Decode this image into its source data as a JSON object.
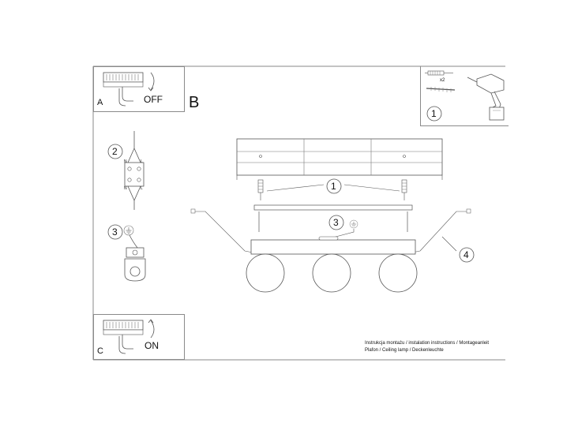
{
  "panels": {
    "a": {
      "letter": "A",
      "state": "OFF"
    },
    "b": {
      "letter": "B"
    },
    "c": {
      "letter": "C",
      "state": "ON"
    }
  },
  "steps": {
    "drill_kit": {
      "number": "1",
      "multiplier": "x2"
    },
    "wiring": {
      "number": "2",
      "terminal_labels": [
        "N",
        "L",
        "N",
        "L"
      ]
    },
    "ground": {
      "number": "3"
    },
    "main_mount": {
      "number": "1"
    },
    "main_ground": {
      "number": "3"
    },
    "main_cable": {
      "number": "4"
    }
  },
  "footer": {
    "line1": "Instrukcja montażu / instalation instructions / Montageanleit",
    "line2": "Plafon / Ceiling lamp / Deckenleuchte"
  },
  "colors": {
    "line": "#555555",
    "frame": "#8a8a8a",
    "text": "#111111"
  }
}
